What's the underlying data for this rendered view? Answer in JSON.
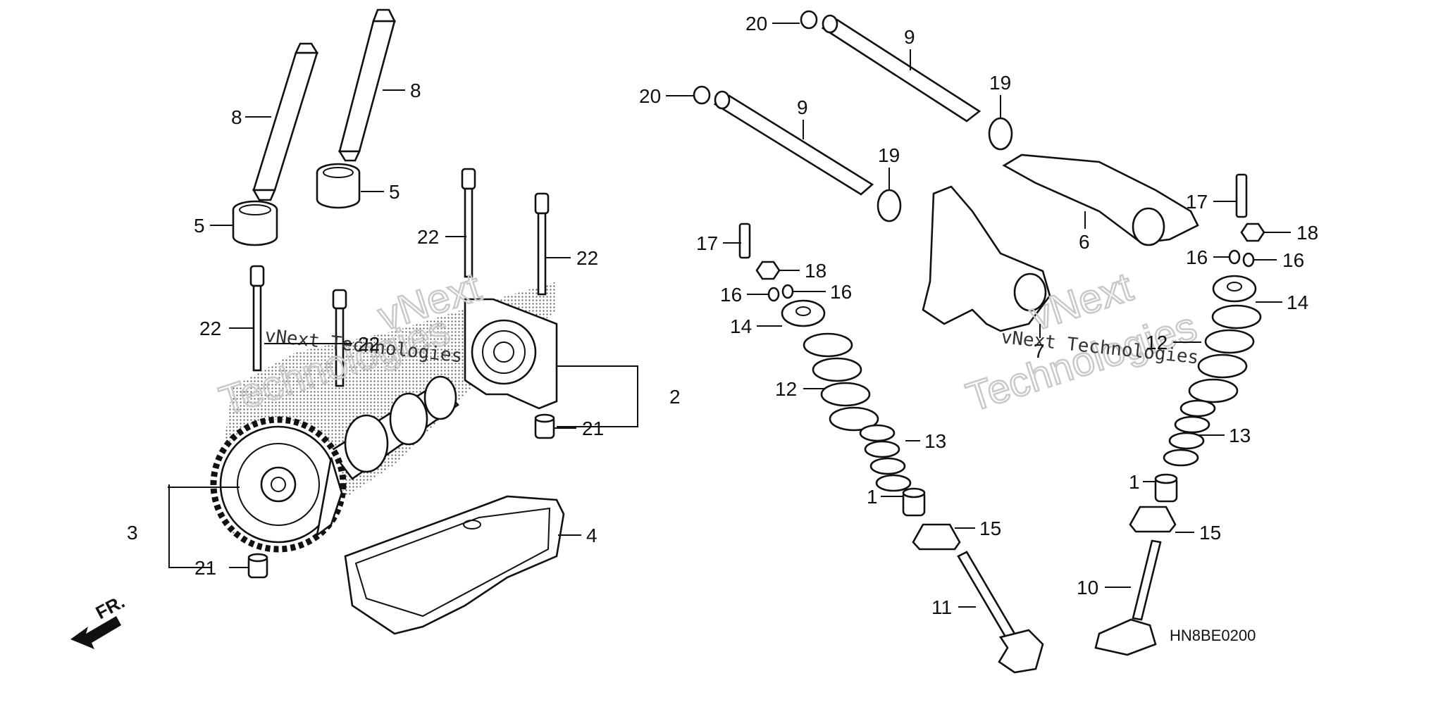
{
  "callouts": {
    "c8a": "8",
    "c8b": "8",
    "c5a": "5",
    "c5b": "5",
    "c22a": "22",
    "c22b": "22",
    "c22c": "22",
    "c22d": "22",
    "c2": "2",
    "c21a": "21",
    "c21b": "21",
    "c3": "3",
    "c4": "4",
    "c20a": "20",
    "c20b": "20",
    "c9a": "9",
    "c9b": "9",
    "c19a": "19",
    "c19b": "19",
    "c6": "6",
    "c7": "7",
    "c17a": "17",
    "c17b": "17",
    "c18a": "18",
    "c18b": "18",
    "c16a": "16",
    "c16b": "16",
    "c16c": "16",
    "c16d": "16",
    "c14a": "14",
    "c14b": "14",
    "c12a": "12",
    "c12b": "12",
    "c13a": "13",
    "c13b": "13",
    "c1a": "1",
    "c1b": "1",
    "c15a": "15",
    "c15b": "15",
    "c11": "11",
    "c10": "10"
  },
  "front_marker": "FR.",
  "diagram_code": "HN8BE0200",
  "watermark": {
    "line1": "vNext Technologies",
    "line2": "vNext",
    "line3": "Technologies"
  }
}
